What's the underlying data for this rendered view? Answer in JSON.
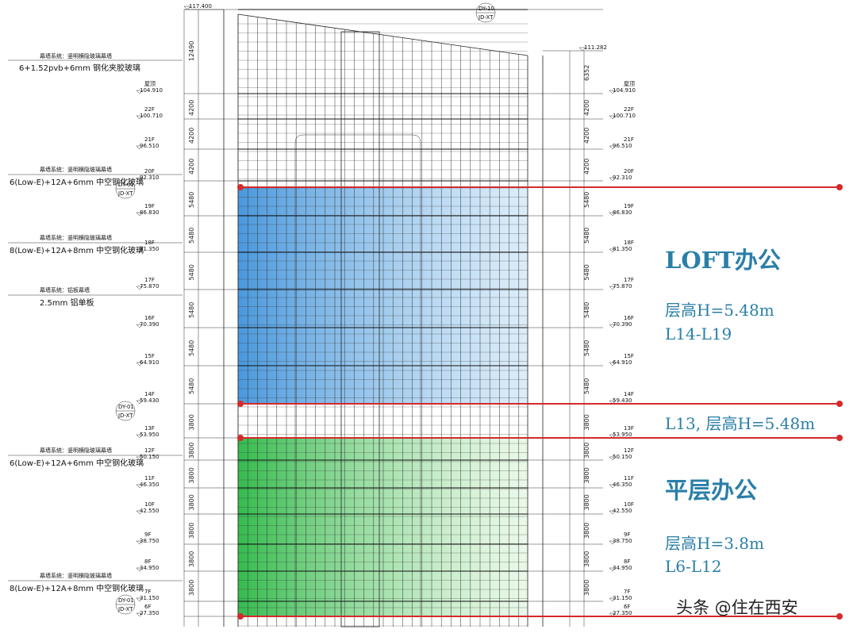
{
  "elevations_left": [
    {
      "label": "",
      "value": "117.400"
    },
    {
      "label": "屋顶",
      "value": "104.910"
    },
    {
      "label": "22F",
      "value": "100.710"
    },
    {
      "label": "21F",
      "value": "96.510"
    },
    {
      "label": "20F",
      "value": "92.310"
    },
    {
      "label": "19F",
      "value": "86.830"
    },
    {
      "label": "18F",
      "value": "81.350"
    },
    {
      "label": "17F",
      "value": "75.870"
    },
    {
      "label": "16F",
      "value": "70.390"
    },
    {
      "label": "15F",
      "value": "64.910"
    },
    {
      "label": "14F",
      "value": "59.430"
    },
    {
      "label": "13F",
      "value": "53.950"
    },
    {
      "label": "12F",
      "value": "50.150"
    },
    {
      "label": "11F",
      "value": "46.350"
    },
    {
      "label": "10F",
      "value": "42.550"
    },
    {
      "label": "9F",
      "value": "38.750"
    },
    {
      "label": "8F",
      "value": "34.950"
    },
    {
      "label": "7F",
      "value": "31.150"
    },
    {
      "label": "6F",
      "value": "27.350"
    }
  ],
  "elevations_right": [
    {
      "label": "",
      "value": "111.282"
    },
    {
      "label": "屋顶",
      "value": "104.910"
    },
    {
      "label": "22F",
      "value": "100.710"
    },
    {
      "label": "21F",
      "value": "96.510"
    },
    {
      "label": "20F",
      "value": "92.310"
    },
    {
      "label": "19F",
      "value": "86.830"
    },
    {
      "label": "18F",
      "value": "81.350"
    },
    {
      "label": "17F",
      "value": "75.870"
    },
    {
      "label": "16F",
      "value": "70.390"
    },
    {
      "label": "15F",
      "value": "64.910"
    },
    {
      "label": "14F",
      "value": "59.430"
    },
    {
      "label": "13F",
      "value": "53.950"
    },
    {
      "label": "12F",
      "value": "50.150"
    },
    {
      "label": "11F",
      "value": "46.350"
    },
    {
      "label": "10F",
      "value": "42.550"
    },
    {
      "label": "9F",
      "value": "38.750"
    },
    {
      "label": "8F",
      "value": "34.950"
    },
    {
      "label": "7F",
      "value": "31.150"
    },
    {
      "label": "6F",
      "value": "27.350"
    }
  ],
  "dims_left": [
    "12490",
    "4200",
    "4200",
    "4200",
    "5480",
    "5480",
    "5480",
    "5480",
    "5480",
    "5480",
    "3800",
    "3800",
    "3800",
    "3800",
    "3800",
    "3800",
    "3800"
  ],
  "dims_right": [
    "6352",
    "4200",
    "4200",
    "4200",
    "5480",
    "5480",
    "5480",
    "5480",
    "5480",
    "5480",
    "3800",
    "3800",
    "3800",
    "3800",
    "3800",
    "3800",
    "3800"
  ],
  "curtain_notes": [
    {
      "title": "幕墙系统：竖明横隐玻璃幕墙",
      "spec": "6+1.52pvb+6mm 钢化夹胶玻璃"
    },
    {
      "title": "幕墙系统：竖明横隐玻璃幕墙",
      "spec": "6(Low-E)+12A+6mm 中空钢化玻璃"
    },
    {
      "title": "幕墙系统：竖明横隐玻璃幕墙",
      "spec": "8(Low-E)+12A+8mm 中空钢化玻璃"
    },
    {
      "title": "幕墙系统：铝板幕墙",
      "spec": "2.5mm 铝单板"
    },
    {
      "title": "幕墙系统：竖明横隐玻璃幕墙",
      "spec": "6(Low-E)+12A+6mm 中空钢化玻璃"
    },
    {
      "title": "幕墙系统：竖明横隐玻璃幕墙",
      "spec": "8(Low-E)+12A+8mm 中空钢化玻璃"
    }
  ],
  "detail_tags": [
    {
      "top": "DY-10",
      "bottom": "JD-XT"
    },
    {
      "top": "DY-01",
      "bottom": "JD-XT"
    },
    {
      "top": "DY-01",
      "bottom": "JD-XT"
    },
    {
      "top": "DY-01",
      "bottom": "JD-XT"
    }
  ],
  "annotations": {
    "loft_title": "LOFT办公",
    "loft_height": "层高H=5.48m",
    "loft_floors": "L14-L19",
    "l13_note": "L13, 层高H=5.48m",
    "flat_title": "平层办公",
    "flat_height": "层高H=3.8m",
    "flat_floors": "L6-L12"
  },
  "watermark": "头条 @住在西安",
  "colors": {
    "marker_line": "#d42a2a",
    "loft_zone": "#2f8fd6",
    "flat_zone": "#2fb34a",
    "annotation_text": "#2a7fa8"
  }
}
